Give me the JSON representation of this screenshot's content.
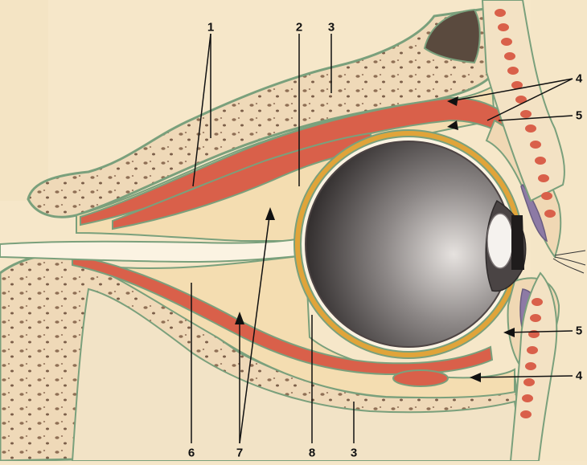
{
  "figure": {
    "palette": {
      "background": "#f6e7c9",
      "bone": "#efd9b8",
      "bone_border": "#7aa07c",
      "muscle": "#d9604a",
      "fat": "#f4ddb1",
      "sclera_ring": "#e0a43a",
      "eye_dark": "#3a3535",
      "eye_light": "#d8d4d2",
      "eyelid_purple": "#8d7aa5",
      "lash_line": "#333333"
    },
    "callouts": [
      {
        "id": "1",
        "text": "1"
      },
      {
        "id": "2",
        "text": "2"
      },
      {
        "id": "3",
        "text": "3"
      },
      {
        "id": "4",
        "text": "4"
      },
      {
        "id": "5",
        "text": "5"
      },
      {
        "id": "6",
        "text": "6"
      },
      {
        "id": "7",
        "text": "7"
      },
      {
        "id": "8",
        "text": "8"
      }
    ]
  }
}
